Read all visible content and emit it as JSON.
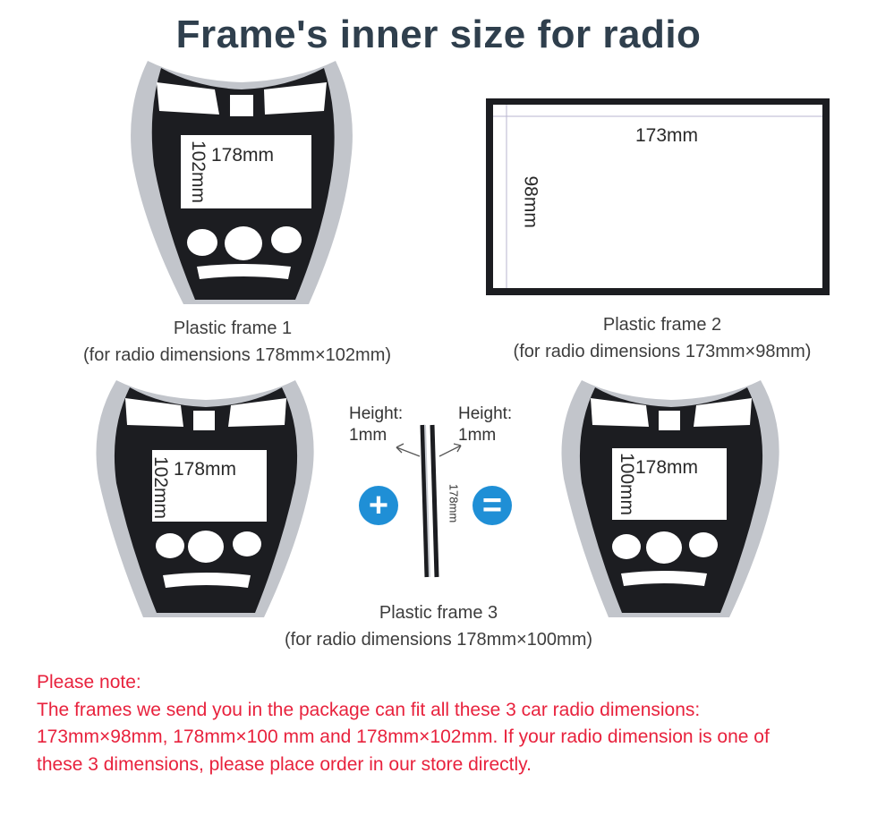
{
  "title": "Frame's inner size for radio",
  "frame1": {
    "name": "Plastic frame 1",
    "caption": "(for radio dimensions 178mm×102mm)",
    "width_label": "178mm",
    "height_label": "102mm"
  },
  "frame2": {
    "name": "Plastic frame 2",
    "caption": "(for radio dimensions 173mm×98mm)",
    "width_label": "173mm",
    "height_label": "98mm"
  },
  "frame3": {
    "name": "Plastic frame 3",
    "caption": "(for radio dimensions 178mm×100mm)",
    "left": {
      "width_label": "178mm",
      "height_label": "102mm"
    },
    "strip": {
      "height_label_left": [
        "Height:",
        "1mm"
      ],
      "height_label_right": [
        "Height:",
        "1mm"
      ],
      "length_label": "178mm"
    },
    "result": {
      "width_label": "178mm",
      "height_label": "100mm"
    },
    "plus_symbol": "+",
    "equals_symbol": "="
  },
  "note": {
    "heading": "Please note:",
    "lines": [
      "The frames we send you in the package can fit all these 3 car radio dimensions:",
      "173mm×98mm,  178mm×100 mm and  178mm×102mm. If your radio dimension is one of",
      "these 3 dimensions, please place order in our store directly."
    ]
  },
  "colors": {
    "title": "#2f3f4d",
    "note": "#e8223d",
    "accent_circle": "#1f8fd6",
    "frame_body": "#1c1d21",
    "frame_silver": "#b9bcc2"
  }
}
